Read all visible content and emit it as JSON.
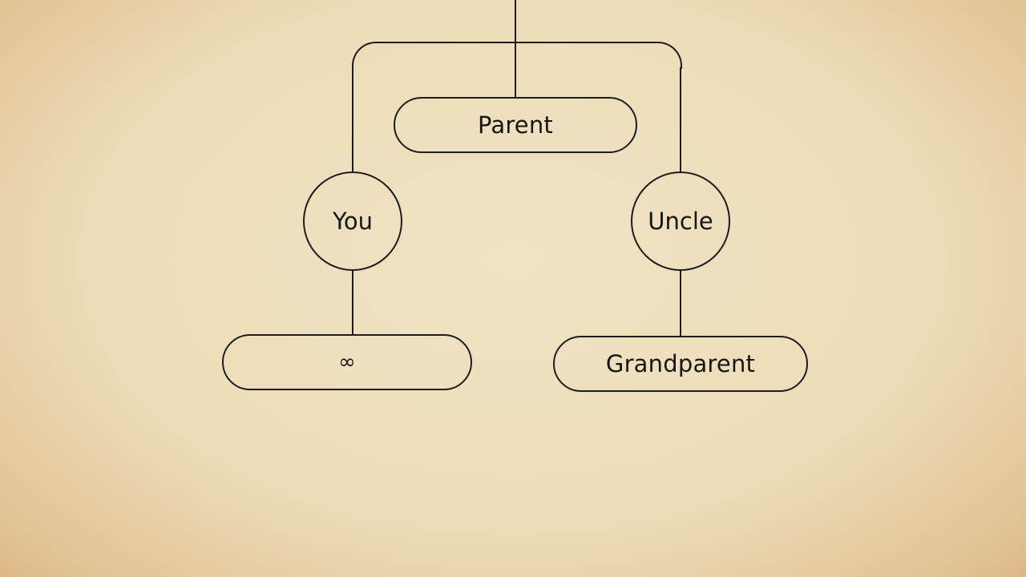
{
  "diagram": {
    "nodes": {
      "parent": {
        "label": "Parent"
      },
      "you": {
        "label": "You"
      },
      "uncle": {
        "label": "Uncle"
      },
      "you_child": {
        "symbol": "∞"
      },
      "grandparent": {
        "label": "Grandparent"
      }
    },
    "edges": [
      {
        "from": "top",
        "to": "parent"
      },
      {
        "from": "parent-bracket",
        "to": "you"
      },
      {
        "from": "parent-bracket",
        "to": "uncle"
      },
      {
        "from": "you",
        "to": "you_child"
      },
      {
        "from": "uncle",
        "to": "grandparent"
      }
    ],
    "colors": {
      "line": "#1d1d1d",
      "text": "#161616",
      "paper": "#eddcb8"
    }
  }
}
